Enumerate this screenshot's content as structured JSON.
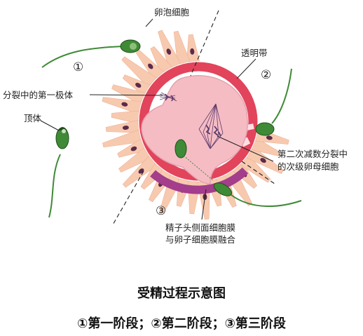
{
  "labels": {
    "follicle_cells": "卵泡细胞",
    "zona_pellucida": "透明带",
    "first_polar_body": "分裂中的第一极体",
    "acrosome": "顶体",
    "secondary_oocyte_line1": "第二次减数分裂中",
    "secondary_oocyte_line2": "的次级卵母细胞",
    "fusion_line1": "精子头侧面细胞膜",
    "fusion_line2": "与卵子细胞膜融合"
  },
  "stages": [
    "①",
    "②",
    "③"
  ],
  "caption": {
    "title": "受精过程示意图",
    "subtitle": "①第一阶段；②第二阶段；③第三阶段"
  },
  "colors": {
    "zona": "#e2445c",
    "zona_fusion": "#a43d8c",
    "egg": "#f6bcc4",
    "follicle": "#f7cab0",
    "follicle_nucleus": "#5c2a4a",
    "sperm": "#3f8a36",
    "sperm_dark": "#1f4f1c",
    "spindle": "#5a3a6a"
  }
}
